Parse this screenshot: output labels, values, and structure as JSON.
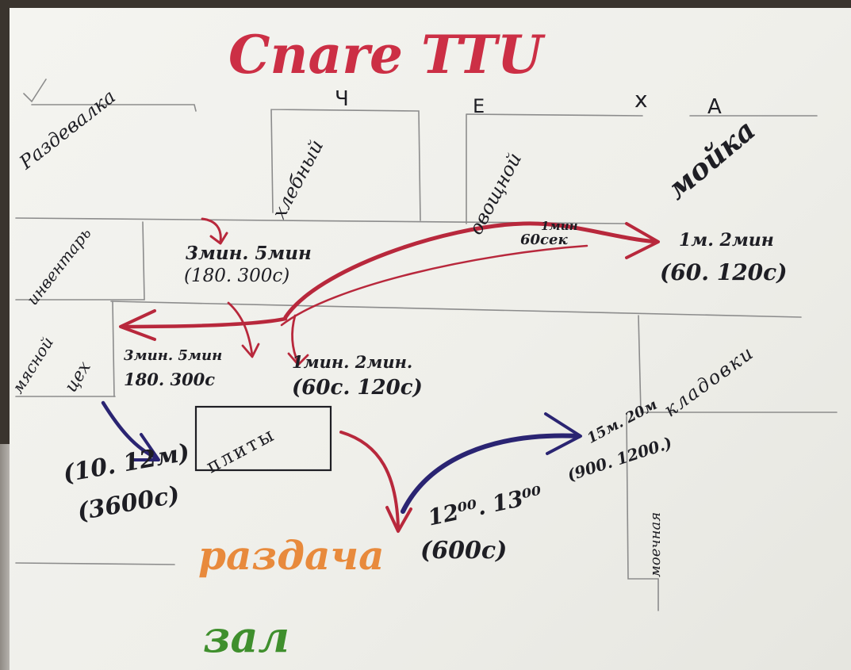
{
  "title": "Cnare TTU",
  "colors": {
    "title": "#cc2f45",
    "red_arrow": "#b8283c",
    "blue_arrow": "#2a2472",
    "orange": "#e88a3c",
    "green": "#3f8f2d",
    "ink": "#1e1e24",
    "pencil": "#8a8a8a"
  },
  "zones": {
    "ch": "Ч",
    "e": "E",
    "x": "x",
    "a": "A"
  },
  "rooms": {
    "razdevalka": "Раздевалка",
    "khlebny": "хлебный",
    "ovoshnoy": "овощной",
    "moyka": "мойка",
    "inventar": "инвентарь",
    "myasnoy": "мясной",
    "tsekh": "цех",
    "kladovki": "кладовки",
    "plity": "плиты",
    "razdacha": "раздача",
    "moechnaya": "моечная",
    "zal": "зал"
  },
  "annotations": {
    "a1_line1": "3мин. 5мин",
    "a1_line2": "(180. 300с)",
    "a2_line1": "1мин",
    "a2_line2": "60сек",
    "a3_line1": "1м. 2мин",
    "a3_line2": "(60. 120с)",
    "a4_line1": "3мин. 5мин",
    "a4_line2": "180. 300с",
    "a5_line1": "1мин. 2мин.",
    "a5_line2": "(60с. 120с)",
    "a6_line1": "(10. 12м)",
    "a6_line2": "(3600с)",
    "a7_line1": "15м. 20м",
    "a7_line2": "(900. 1200.)",
    "a8_line1": "12⁰⁰. 13⁰⁰",
    "a8_line2": "(600с)"
  }
}
